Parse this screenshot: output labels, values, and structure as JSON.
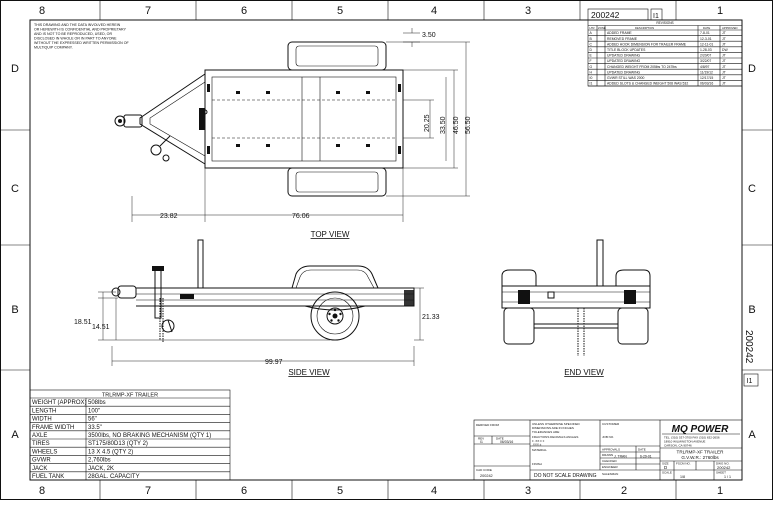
{
  "zones": {
    "cols": [
      "8",
      "7",
      "6",
      "5",
      "4",
      "3",
      "2",
      "1"
    ],
    "rows": [
      "D",
      "C",
      "B",
      "A"
    ]
  },
  "notice": [
    "THIS DRAWING AND THE DATA INVOLVED HEREIN",
    "OR HEREWITH IS CONFIDENTIAL AND PROPRIETARY",
    "AND IS NOT TO BE REPRODUCED, USED, OR",
    "DISCLOSED IN WHOLE OR IN PART TO ANYONE",
    "WITHOUT THE EXPRESSED WRITTEN PERMISSION OF",
    "MULTIQUIP COMPANY."
  ],
  "drawing_number": "200242",
  "sheet_rev": "I1",
  "revisions": {
    "title": "REVISIONS",
    "headers": [
      "LTR",
      "ZONE",
      "DESCRIPTION",
      "DATE",
      "APPROVED"
    ],
    "rows": [
      [
        "A",
        "",
        "ADDED FRAME",
        "7-8-01",
        "JT"
      ],
      [
        "B",
        "",
        "REMOVED FRAME",
        "12-3-01",
        "JT"
      ],
      [
        "C",
        "",
        "ADDED HOOK DIMENSION FOR TRAILER FRAME",
        "12-11-01",
        "JT"
      ],
      [
        "D",
        "",
        "TITLE BLOCK UPDATES",
        "1-28-03",
        "DW"
      ],
      [
        "E",
        "",
        "UPDATED DRAWING",
        "2/20/07",
        "JT"
      ],
      [
        "F",
        "",
        "UPDATED DRAWING",
        "3/22/07",
        "JT"
      ],
      [
        "G",
        "",
        "CHANGED WEIGHT FROM 205lbs TO 247lbs",
        "4/8/97",
        "JT"
      ],
      [
        "H",
        "",
        "UPDATED DRAWING",
        "11/19/12",
        "JT"
      ],
      [
        "I0",
        "",
        "GVWR STILL WAS 2000",
        "12/17/15",
        "JT"
      ],
      [
        "I1",
        "",
        "ADDED SLOTS & CHANGED WEIGHT 508 WAS 532",
        "06/03/16",
        "JT"
      ]
    ]
  },
  "dimensions": {
    "top_3_50": "3.50",
    "top_20_25": "20.25",
    "top_33_50": "33.50",
    "top_46_50": "46.50",
    "top_56_50": "56.50",
    "top_23_82": "23.82",
    "top_76_06": "76.06",
    "side_18_51": "18.51",
    "side_14_51": "14.51",
    "side_21_33": "21.33",
    "side_99_97": "99.97"
  },
  "views": {
    "top": "TOP VIEW",
    "side": "SIDE VIEW",
    "end": "END VIEW"
  },
  "spec_table": {
    "title": "TRLRMP-XF TRAILER",
    "rows": [
      [
        "WEIGHT (APPROX)",
        "508lbs"
      ],
      [
        "LENGTH",
        "100\""
      ],
      [
        "WIDTH",
        "56\""
      ],
      [
        "FRAME WIDTH",
        "33.5\""
      ],
      [
        "AXLE",
        "3500lbs, NO BRAKING MECHANISM (QTY 1)"
      ],
      [
        "TIRES",
        "ST175/80D13 (QTY 2)"
      ],
      [
        "WHEELS",
        "13 X 4.5 (QTY 2)"
      ],
      [
        "GVWR",
        "2,760lbs"
      ],
      [
        "JACK",
        "JACK, 2K"
      ],
      [
        "FUEL TANK",
        "28GAL. CAPACITY"
      ]
    ]
  },
  "title_block": {
    "tolerance_lines": [
      "UNLESS OTHERWISE SPECIFIED",
      "DIMENSIONS ARE IN INCHES",
      "TOLERANCES ARE:",
      "FRACTIONS  DECIMALS  ANGLES",
      "±           .XX ±      ±",
      "             .XXX ±"
    ],
    "customer_label": "CUSTOMER",
    "job_label": "JOB NO.",
    "approvals_label": "APPROVALS",
    "date_label": "DATE",
    "material_label": "MATERIAL",
    "drawn_label": "DRAWN",
    "drawn_by": "J. TRAN",
    "drawn_date": "6-29-01",
    "checked_label": "CHECKED",
    "finish_label": "FINISH",
    "engineer_label": "ENGINEER",
    "salesman_label": "SALESMAN",
    "derived_label": "DERIVED FROM",
    "rev_label": "REV",
    "rev_value": "I1",
    "rev_date": "06/03/16",
    "cad_label": "CAD CODE",
    "cad_value": "200242",
    "no_scale": "DO NOT SCALE DRAWING",
    "company": "MQ POWER",
    "company_lines": [
      "TEL. (310) 537-3700 FAX (310) 632-2656",
      "18910 WILMINGTON AVENUE",
      "CARSON, CA 90746"
    ],
    "title_lines": [
      "TRLRMP-XF TRAILER",
      "G.V.W.R.: 2760lbs"
    ],
    "size_label": "SIZE",
    "size_value": "D",
    "fscm_label": "FSCM NO.",
    "dwg_label": "DWG NO.",
    "dwg_value": "200242",
    "scale_label": "SCALE",
    "scale_value": "1/8",
    "sheet_label": "SHEET",
    "sheet_value": "1 / 1"
  }
}
